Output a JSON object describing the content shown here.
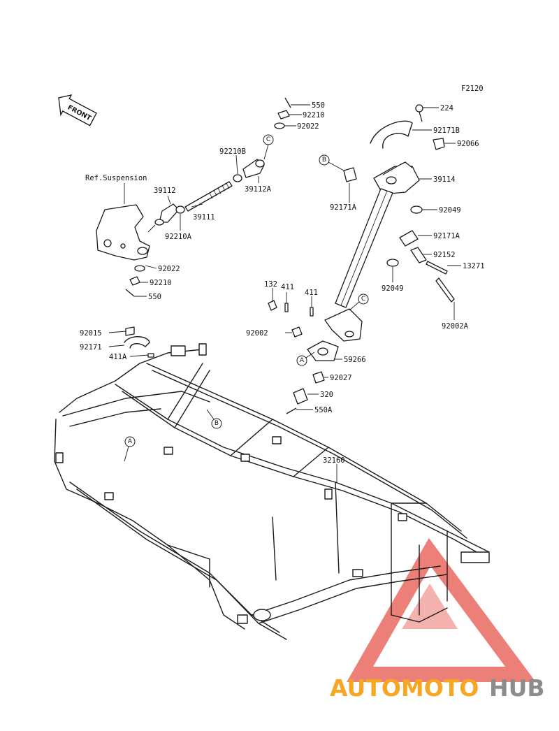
{
  "diagram": {
    "code": "F2120",
    "front": "FRONT",
    "ref_note": "Ref.Suspension",
    "callouts": {
      "c550_top": "550",
      "c92210_top": "92210",
      "c92022_top": "92022",
      "c224": "224",
      "c92171B": "92171B",
      "c92066": "92066",
      "c92210B": "92210B",
      "c39112A": "39112A",
      "c39112": "39112",
      "c39111": "39111",
      "c92210A": "92210A",
      "c39114": "39114",
      "c92171A_l": "92171A",
      "c92049_top": "92049",
      "c92171A_r": "92171A",
      "c92152": "92152",
      "c13271": "13271",
      "c92049_bot": "92049",
      "c92022_mid": "92022",
      "c92210_mid": "92210",
      "c550_mid": "550",
      "c132": "132",
      "c411_a": "411",
      "c411_b": "411",
      "c92002": "92002",
      "c92002A": "92002A",
      "c59266": "59266",
      "c92027": "92027",
      "c92015": "92015",
      "c92171": "92171",
      "c411A": "411A",
      "c320": "320",
      "c550A": "550A",
      "c32160": "32160"
    },
    "ref_markers": [
      "A",
      "B",
      "C"
    ]
  },
  "watermark": {
    "part1": "AUTOMOTO",
    "part2": "HUB",
    "color_orange": "#f5a623",
    "color_red": "#e8554d",
    "color_grey": "#8c8c8c"
  }
}
